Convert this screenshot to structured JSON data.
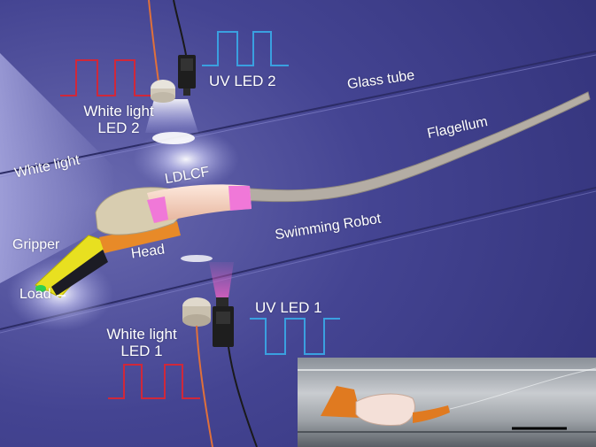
{
  "labels": {
    "uv_led_2": "UV LED 2",
    "glass_tube": "Glass tube",
    "white_light_led_2": "White light\nLED 2",
    "flagellum": "Flagellum",
    "white_light": "White light",
    "ldlcf": "LDLCF",
    "swimming_robot": "Swimming Robot",
    "gripper": "Gripper",
    "head": "Head",
    "load": "Load",
    "uv_led_1": "UV LED 1",
    "white_light_led_1": "White light\nLED 1"
  },
  "colors": {
    "background": "#3d3d86",
    "uv_signal": "#3aa0e0",
    "white_light_signal": "#d0283a",
    "gripper": "#e8e020",
    "robot_body": "#f0c8b0",
    "ldlcf_edges": "#f078d8",
    "head": "#d8cdb0",
    "head_base": "#e88a28",
    "load": "#30d050",
    "flagellum": "#b4ada4",
    "uv_beam": "#e060c0"
  },
  "icons": {
    "uv_led": "uv-led-icon",
    "white_light_led": "white-light-led-icon"
  }
}
